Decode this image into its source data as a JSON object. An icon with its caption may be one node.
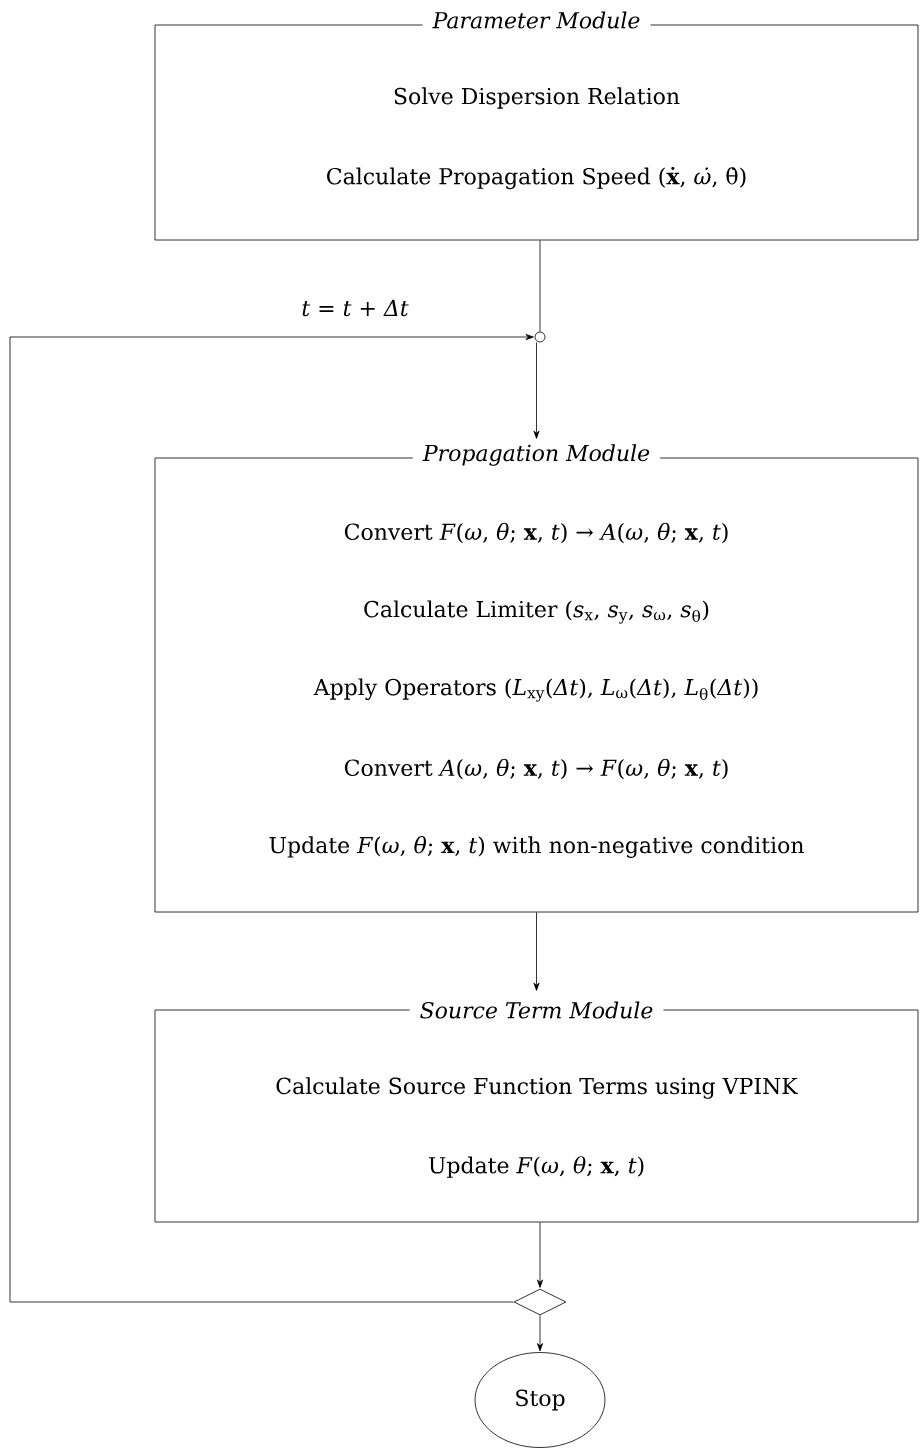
{
  "diagram": {
    "nodes": [
      {
        "text": [
          "Parameter Module",
          "Solve Dispersion Relation",
          "Calculate Propagation Speed (**ẋ**, *ω̇*, θ̇)"
        ]
      },
      {
        "text": [],
        "shape": "circle"
      },
      {
        "text": [
          "Propagation Module",
          "Convert *F*(*ω*, *θ*; **x**, *t*) → *A*(*ω*, *θ*; **x**, *t*)",
          "Calculate Limiter (*s*$_{x}$, *s*$_{y}$, *s*$_{ω}$, *s*$_{θ}$)",
          "Apply Operators (*L*$_{xy}$(*Δt*), *L*$_{ω}$(*Δt*), *L*$_{θ}$(*Δt*))",
          "Convert *A*(*ω*, *θ*; **x**, *t*) → *F*(*ω*, *θ*; **x**, *t*)",
          "Update *F*(*ω*, *θ*; **x**, *t*) with non-negative condition"
        ]
      },
      {
        "text": [
          "Source Term Module",
          "Calculate Source Function Terms using VPINK",
          "Update *F*(*ω*, *θ*; **x**, *t*)"
        ]
      },
      {
        "text": [],
        "shape": "diamond"
      },
      {
        "text": [
          "Stop"
        ]
      }
    ],
    "edges": [
      {
        "from": 0,
        "to": 1,
        "arrow": "none"
      },
      {
        "from": 1,
        "to": 2,
        "arrow": "to"
      },
      {
        "from": 2,
        "to": 3,
        "arrow": "to"
      },
      {
        "from": 3,
        "to": 4,
        "arrow": "to"
      },
      {
        "from": 4,
        "to": 5,
        "arrow": "to"
      },
      {
        "from": 4,
        "to": 1,
        "arrow": "to",
        "label": "*t* = *t* + *Δt*"
      }
    ]
  }
}
